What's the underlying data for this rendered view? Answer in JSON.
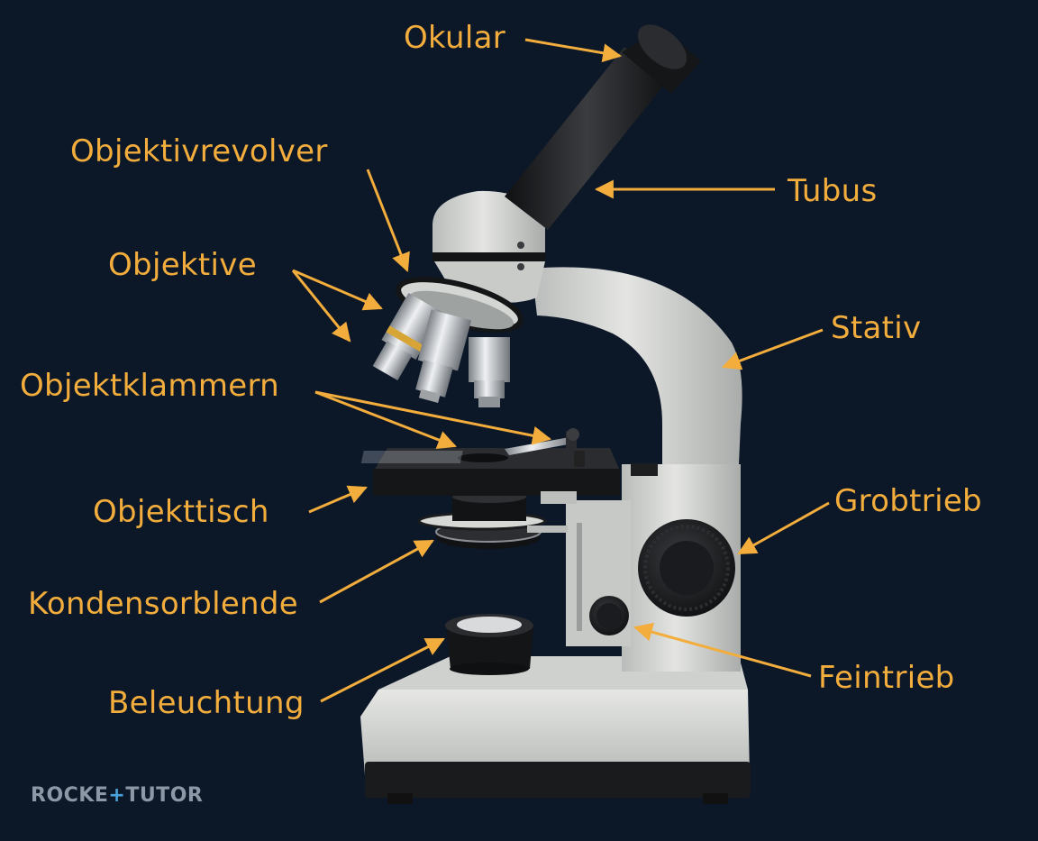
{
  "labels": {
    "okular": "Okular",
    "objektivrevolver": "Objektivrevolver",
    "objektive": "Objektive",
    "objektklammern": "Objektklammern",
    "objekttisch": "Objekttisch",
    "kondensorblende": "Kondensorblende",
    "beleuchtung": "Beleuchtung",
    "tubus": "Tubus",
    "stativ": "Stativ",
    "grobtrieb": "Grobtrieb",
    "feintrieb": "Feintrieb"
  },
  "logo": {
    "left": "ROCKE",
    "mark": "+",
    "right": "TUTOR"
  },
  "colors": {
    "background": "#0c1728",
    "label": "#f2ad3c",
    "body": "#d6d8d5",
    "dark": "#1b1c1e"
  }
}
